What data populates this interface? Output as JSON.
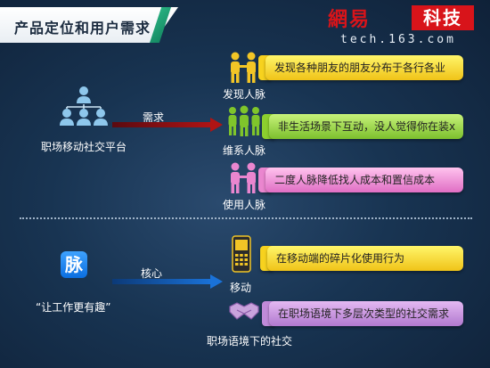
{
  "header": {
    "title": "产品定位和用户需求"
  },
  "logo": {
    "brand": "網易",
    "tech": "科技",
    "url": "tech.163.com"
  },
  "left": {
    "platform_label": "职场移动社交平台",
    "need_label": "需求",
    "app_icon_char": "脉",
    "slogan": "“让工作更有趣”",
    "core_label": "核心"
  },
  "needs": [
    {
      "label": "发现人脉",
      "text": "发现各种朋友的朋友分布于各行各业",
      "color": "#f7d21e"
    },
    {
      "label": "维系人脉",
      "text": "非生活场景下互动，没人觉得你在装x",
      "color": "#8ccf2e"
    },
    {
      "label": "使用人脉",
      "text": "二度人脉降低找人成本和置信成本",
      "color": "#ea86cf"
    }
  ],
  "core": [
    {
      "label": "移动",
      "text": "在移动端的碎片化使用行为",
      "color": "#f7d21e"
    },
    {
      "label": "职场语境下的社交",
      "text": "在职场语境下多层次类型的社交需求",
      "color": "#c08ad9"
    }
  ],
  "colors": {
    "arrow_red": "#b01414",
    "arrow_blue": "#1a72d8",
    "icon_blue": "#8ec7ec"
  }
}
